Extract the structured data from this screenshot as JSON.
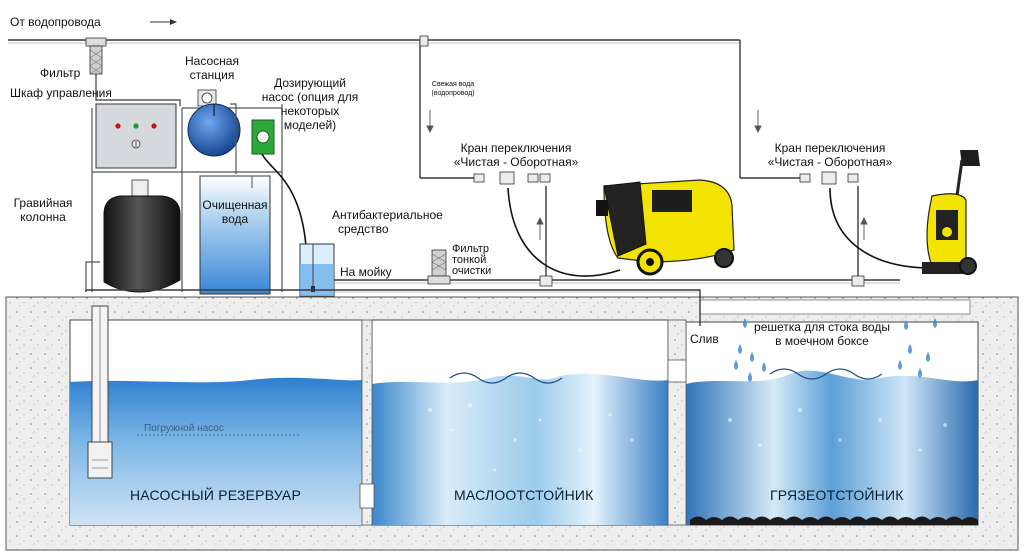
{
  "labels": {
    "supply": "От водопровода",
    "filter": "Фильтр",
    "control_cabinet": "Шкаф управления",
    "pump_station_l1": "Насосная",
    "pump_station_l2": "станция",
    "dosing_l1": "Дозирующий",
    "dosing_l2": "насос (опция для",
    "dosing_l3": "некоторых",
    "dosing_l4": "моделей)",
    "gravel_l1": "Гравийная",
    "gravel_l2": "колонна",
    "purified_l1": "Очищенная",
    "purified_l2": "вода",
    "antibact_l1": "Антибактериальное",
    "antibact_l2": "средство",
    "to_wash": "На мойку",
    "fine_filter_l1": "Фильтр",
    "fine_filter_l2": "тонкой",
    "fine_filter_l3": "очистки",
    "fresh_l1": "Свежая вода",
    "fresh_l2": "(водопровод)",
    "switch1_l1": "Кран переключения",
    "switch1_l2": "«Чистая - Оборотная»",
    "switch2_l1": "Кран переключения",
    "switch2_l2": "«Чистая - Оборотная»",
    "drain": "Слив",
    "grate_l1": "решетка для стока воды",
    "grate_l2": "в моечном боксе",
    "submersible": "Погружной насос",
    "tank1": "НАСОСНЫЙ РЕЗЕРВУАР",
    "tank2": "МАСЛООТСТОЙНИК",
    "tank3": "ГРЯЗЕОТСТОЙНИК"
  },
  "colors": {
    "water_light": "#cfe6f7",
    "water_mid": "#5e9fd6",
    "water_deep": "#2f6fb4",
    "pipe": "#333333",
    "concrete": "#ededed",
    "karcher_yellow": "#f2e400",
    "cabinet": "#d5d8dc",
    "pump_blue": "#1f63c8",
    "dosing_green": "#2ea83a"
  },
  "icons": [
    "arrow-right-icon",
    "filter-icon",
    "indicator-light-icon",
    "pressure-washer-icon",
    "valve-icon",
    "water-drop-icon"
  ]
}
